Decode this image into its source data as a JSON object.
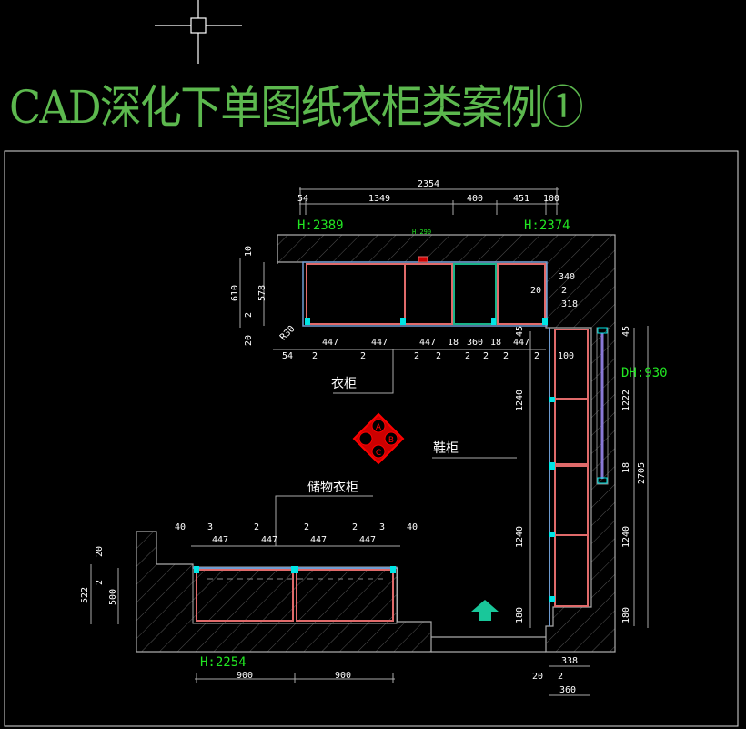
{
  "title": "CAD深化下单图纸衣柜类案例①",
  "labels": {
    "wardrobe": "衣柜",
    "shoe_cabinet": "鞋柜",
    "storage_wardrobe": "储物衣柜"
  },
  "heights": {
    "top_left": "H:2389",
    "top_mid": "H:290",
    "top_right": "H:2374",
    "right_door": "DH:930",
    "bottom_left": "H:2254"
  },
  "top_dims": {
    "total": "2354",
    "segments": [
      "54",
      "1349",
      "400",
      "451",
      "100"
    ]
  },
  "wardrobe_dims": {
    "depth_outer": "610",
    "depth_inner": "578",
    "top_gap": "10",
    "gap_2": "2",
    "bottom_gap": "20",
    "radius": "R30",
    "bottom_row": [
      "447",
      "447",
      "447",
      "18",
      "360",
      "18",
      "447"
    ],
    "bottom_small": [
      "54",
      "2",
      "2",
      "2",
      "2",
      "2",
      "2",
      "2",
      "2",
      "100"
    ],
    "offset_45": "45"
  },
  "right_wall_dims": {
    "d340": "340",
    "d20": "20",
    "d2": "2",
    "d318": "318"
  },
  "shoe_dims": {
    "left_col": [
      "1240",
      "1240",
      "180"
    ],
    "right_col": [
      "45",
      "1222",
      "18",
      "1240",
      "180"
    ],
    "total": "2705",
    "bottom": [
      "338",
      "20",
      "2",
      "360"
    ]
  },
  "storage_dims": {
    "top_row": [
      "447",
      "447",
      "447",
      "447"
    ],
    "top_small": [
      "40",
      "3",
      "2",
      "2",
      "2",
      "3",
      "40"
    ],
    "left": [
      "20",
      "2",
      "522",
      "500"
    ],
    "bottom": [
      "900",
      "900"
    ]
  },
  "symbol": {
    "letters": [
      "A",
      "B",
      "C"
    ]
  },
  "colors": {
    "title": "#5cb84e",
    "height_text": "#22e622",
    "cabinet": "#e06a6a",
    "panel": "#6e9bd1",
    "hardware": "#00e5e5",
    "door": "#19b389",
    "arrow": "#19c79a",
    "symbol": "#e00000"
  }
}
